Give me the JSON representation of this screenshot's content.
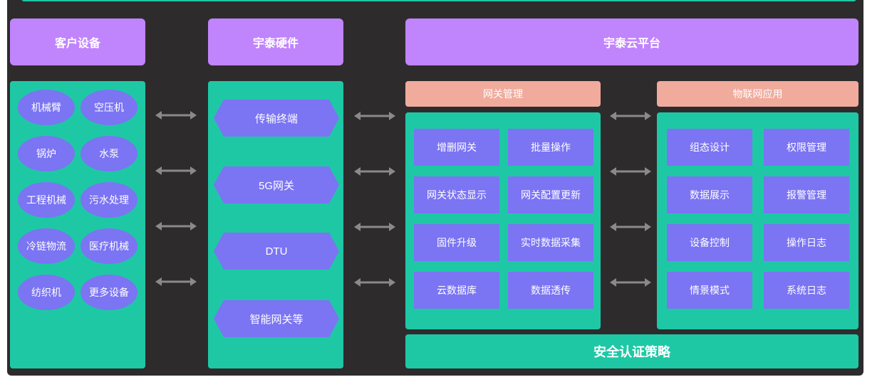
{
  "headers": {
    "customer": "客户设备",
    "hardware": "宇泰硬件",
    "cloud": "宇泰云平台"
  },
  "customer_devices": [
    "机械臂",
    "空压机",
    "锅炉",
    "水泵",
    "工程机械",
    "污水处理",
    "冷链物流",
    "医疗机械",
    "纺织机",
    "更多设备"
  ],
  "hardware_items": [
    "传输终端",
    "5G网关",
    "DTU",
    "智能网关等"
  ],
  "gateway_mgmt": {
    "title": "网关管理",
    "items": [
      "增删网关",
      "批量操作",
      "网关状态显示",
      "网关配置更新",
      "固件升级",
      "实时数据采集",
      "云数据库",
      "数据透传"
    ]
  },
  "iot_apps": {
    "title": "物联网应用",
    "items": [
      "组态设计",
      "权限管理",
      "数据展示",
      "报警管理",
      "设备控制",
      "操作日志",
      "情景模式",
      "系统日志"
    ]
  },
  "security": "安全认证策略",
  "colors": {
    "background": "#2e2b2d",
    "header": "#c084fc",
    "panel": "#1ec8a5",
    "item": "#7b74f3",
    "subheader": "#f0ab9d",
    "arrow": "#8a8a8a"
  },
  "icons": {
    "connector": "double-arrow-icon"
  }
}
